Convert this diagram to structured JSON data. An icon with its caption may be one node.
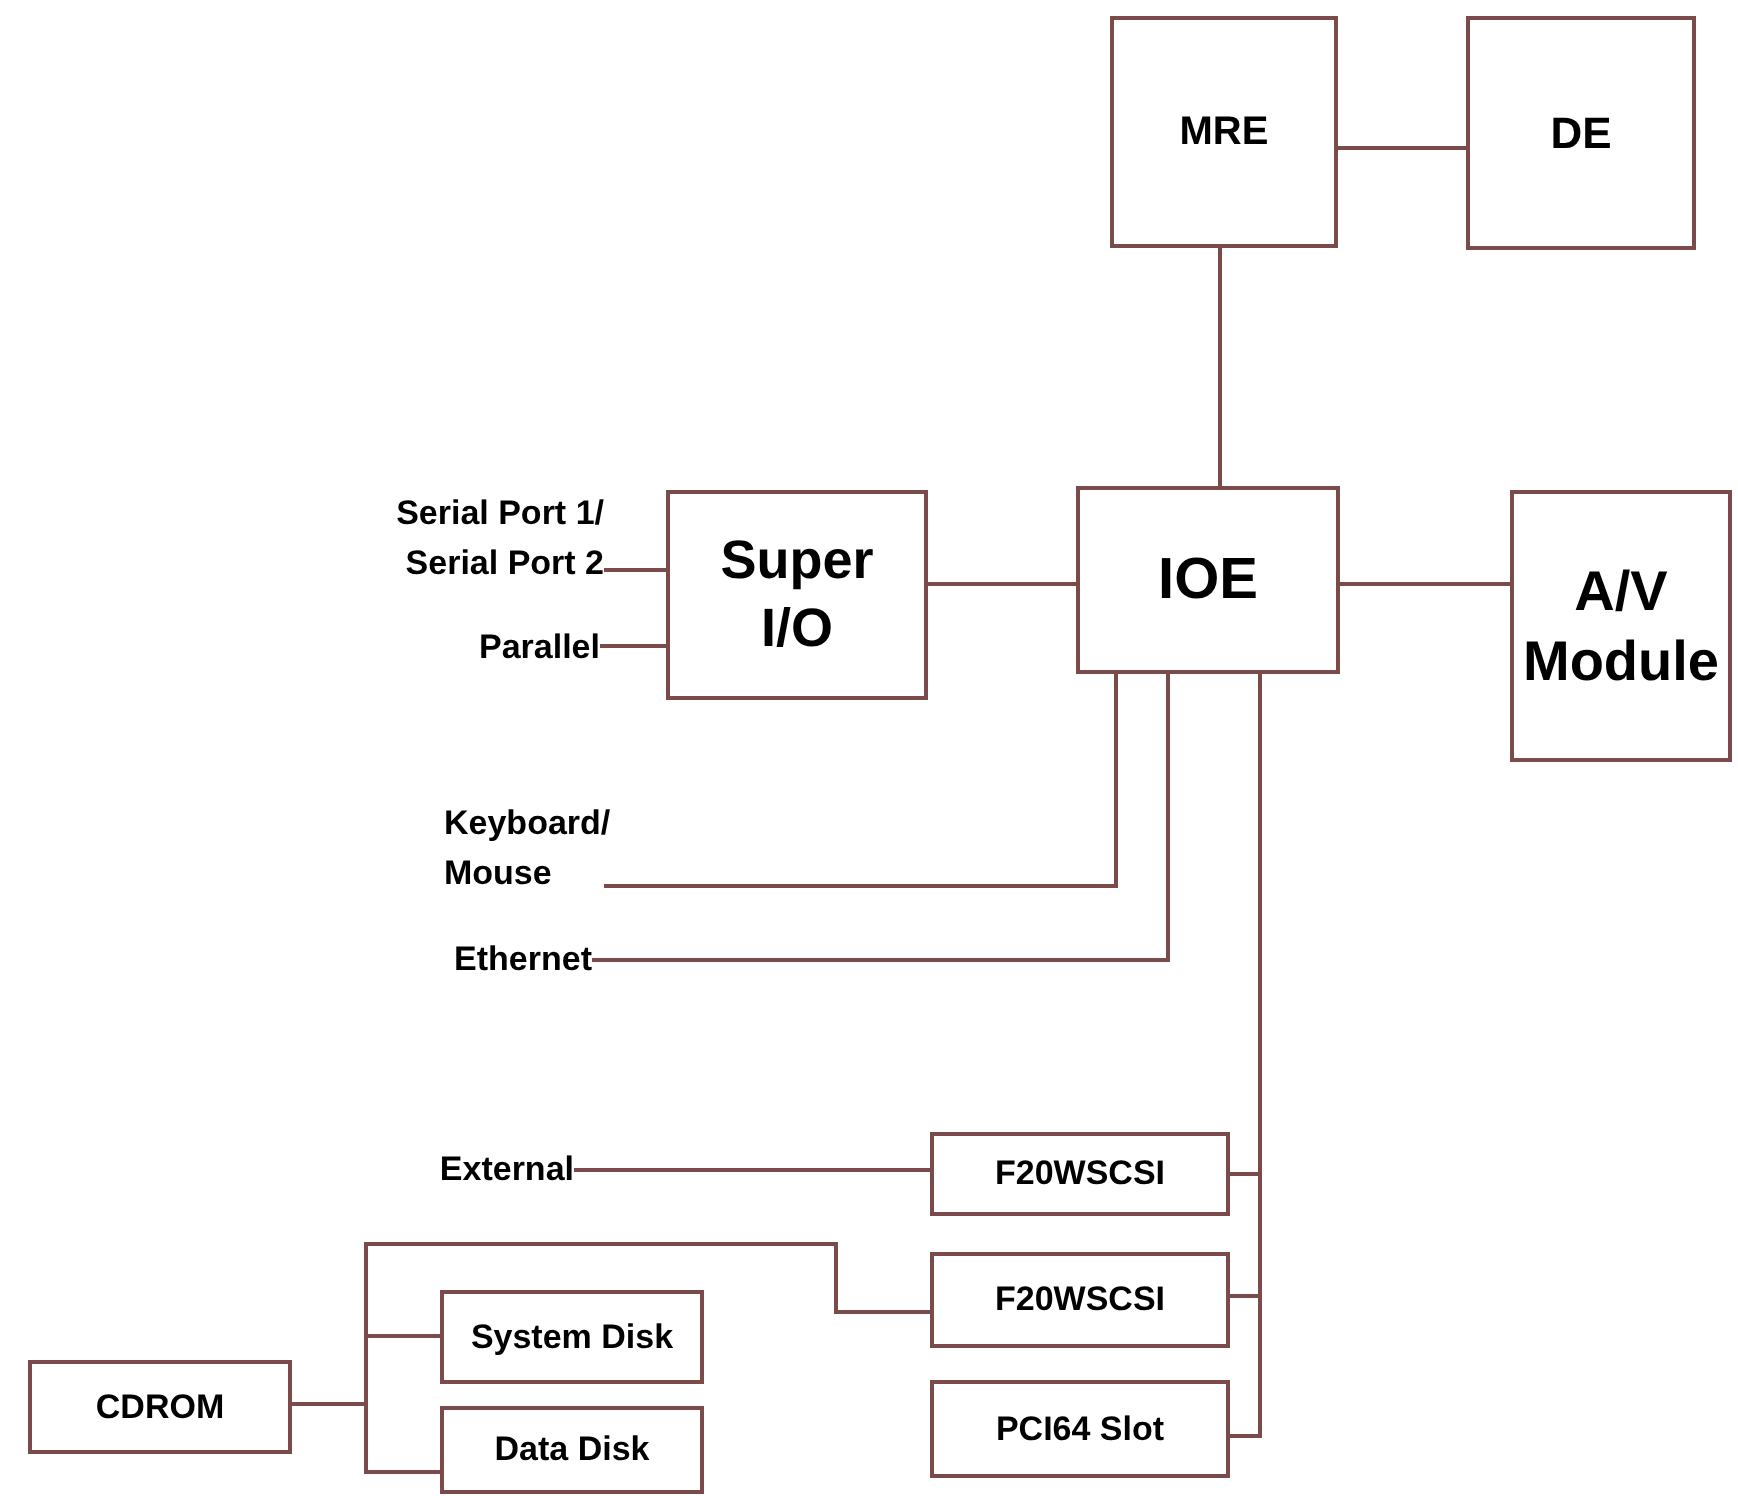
{
  "diagram": {
    "nodes": [
      {
        "text": [
          "MRE"
        ]
      },
      {
        "text": [
          "DE"
        ]
      },
      {
        "text": [
          "Super I/O"
        ]
      },
      {
        "text": [
          "IOE"
        ]
      },
      {
        "text": [
          "A/V Module"
        ]
      },
      {
        "text": [
          "Serial Port 1/ Serial Port 2"
        ]
      },
      {
        "text": [
          "Parallel"
        ]
      },
      {
        "text": [
          "Keyboard/ Mouse"
        ]
      },
      {
        "text": [
          "Ethernet"
        ]
      },
      {
        "text": [
          "External"
        ]
      },
      {
        "text": [
          "F20WSCSI"
        ]
      },
      {
        "text": [
          "F20WSCSI"
        ]
      },
      {
        "text": [
          "PCI64 Slot"
        ]
      },
      {
        "text": [
          "CDROM"
        ]
      },
      {
        "text": [
          "System Disk"
        ]
      },
      {
        "text": [
          "Data Disk"
        ]
      }
    ],
    "edges": [
      {
        "from": 0,
        "to": 1,
        "arrow": "none"
      },
      {
        "from": 0,
        "to": 3,
        "arrow": "none"
      },
      {
        "from": 2,
        "to": 3,
        "arrow": "none"
      },
      {
        "from": 3,
        "to": 4,
        "arrow": "none"
      },
      {
        "from": 5,
        "to": 2,
        "arrow": "none"
      },
      {
        "from": 6,
        "to": 2,
        "arrow": "none"
      },
      {
        "from": 7,
        "to": 3,
        "arrow": "none"
      },
      {
        "from": 8,
        "to": 3,
        "arrow": "none"
      },
      {
        "from": 3,
        "to": 10,
        "arrow": "none"
      },
      {
        "from": 3,
        "to": 11,
        "arrow": "none"
      },
      {
        "from": 3,
        "to": 12,
        "arrow": "none"
      },
      {
        "from": 9,
        "to": 10,
        "arrow": "none"
      },
      {
        "from": 13,
        "to": 11,
        "arrow": "none"
      },
      {
        "from": 13,
        "to": 14,
        "arrow": "none"
      },
      {
        "from": 13,
        "to": 15,
        "arrow": "none"
      }
    ]
  }
}
